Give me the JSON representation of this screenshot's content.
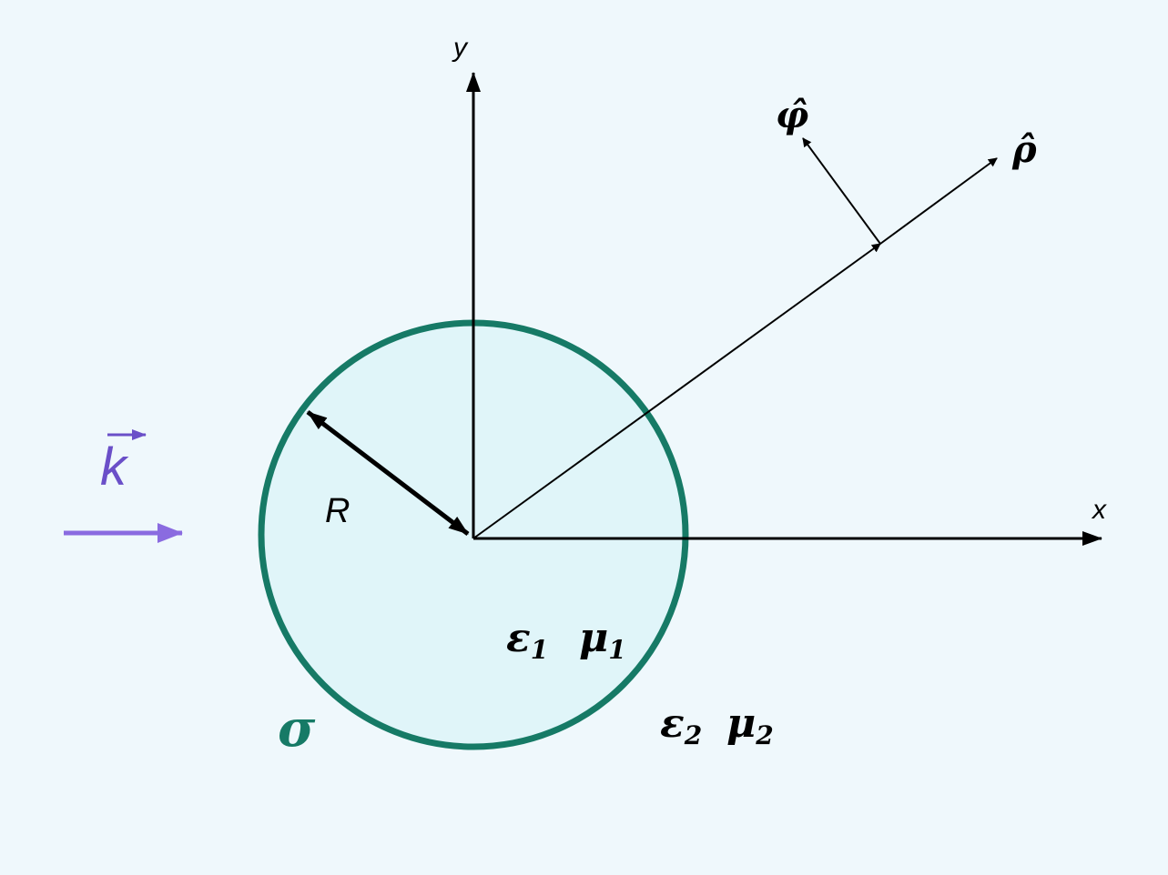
{
  "diagram": {
    "axes": {
      "x_label": "x",
      "y_label": "y"
    },
    "unit_vectors": {
      "rho_label": "ρ̂",
      "phi_label": "φ̂"
    },
    "wave_vector": {
      "label": "k",
      "color": "#8a6be0"
    },
    "cylinder": {
      "radius_label": "R",
      "conductivity_label": "σ",
      "edge_color": "#167a66",
      "fill_color": "#e0f5f9"
    },
    "inner_medium": {
      "epsilon": "ε",
      "epsilon_sub": "1",
      "mu": "μ",
      "mu_sub": "1"
    },
    "outer_medium": {
      "epsilon": "ε",
      "epsilon_sub": "2",
      "mu": "μ",
      "mu_sub": "2"
    }
  }
}
